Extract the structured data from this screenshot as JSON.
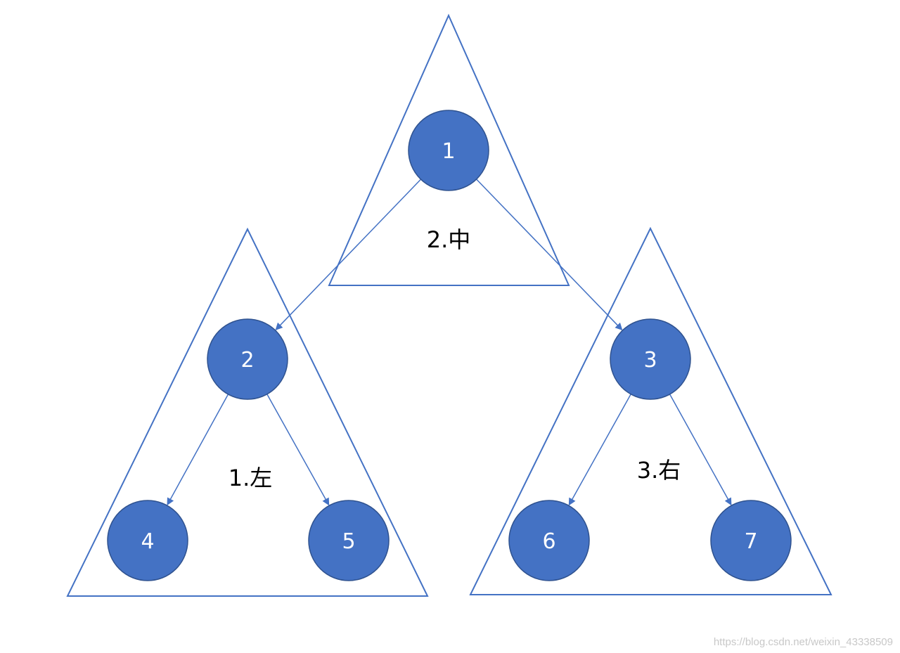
{
  "nodes": [
    {
      "id": "1",
      "label": "1"
    },
    {
      "id": "2",
      "label": "2"
    },
    {
      "id": "3",
      "label": "3"
    },
    {
      "id": "4",
      "label": "4"
    },
    {
      "id": "5",
      "label": "5"
    },
    {
      "id": "6",
      "label": "6"
    },
    {
      "id": "7",
      "label": "7"
    }
  ],
  "edges": [
    {
      "from": "1",
      "to": "2"
    },
    {
      "from": "1",
      "to": "3"
    },
    {
      "from": "2",
      "to": "4"
    },
    {
      "from": "2",
      "to": "5"
    },
    {
      "from": "3",
      "to": "6"
    },
    {
      "from": "3",
      "to": "7"
    }
  ],
  "regions": {
    "left": "1.左",
    "middle": "2.中",
    "right": "3.右"
  },
  "watermark": "https://blog.csdn.net/weixin_43338509",
  "colors": {
    "node_fill": "#4472c4",
    "outline": "#4472c4"
  }
}
